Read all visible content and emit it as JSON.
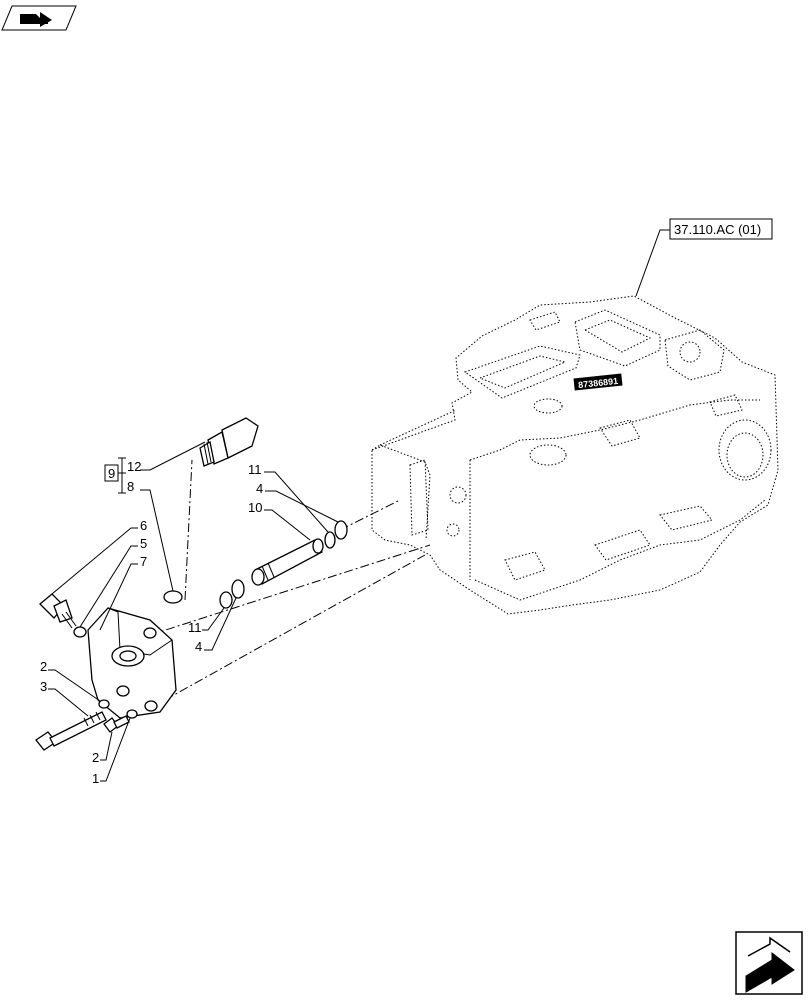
{
  "reference_label": "37.110.AC (01)",
  "housing_marking": "87386891",
  "group_box_label": "9",
  "callouts": {
    "c12": "12",
    "c8": "8",
    "c11_top": "11",
    "c4_top": "4",
    "c10": "10",
    "c6": "6",
    "c5": "5",
    "c7": "7",
    "c11_bottom": "11",
    "c4_bottom": "4",
    "c2_top": "2",
    "c3": "3",
    "c2_bottom": "2",
    "c1": "1"
  },
  "icons": {
    "top_left": "part-book-icon",
    "bottom_right": "next-page-arrow-icon"
  }
}
